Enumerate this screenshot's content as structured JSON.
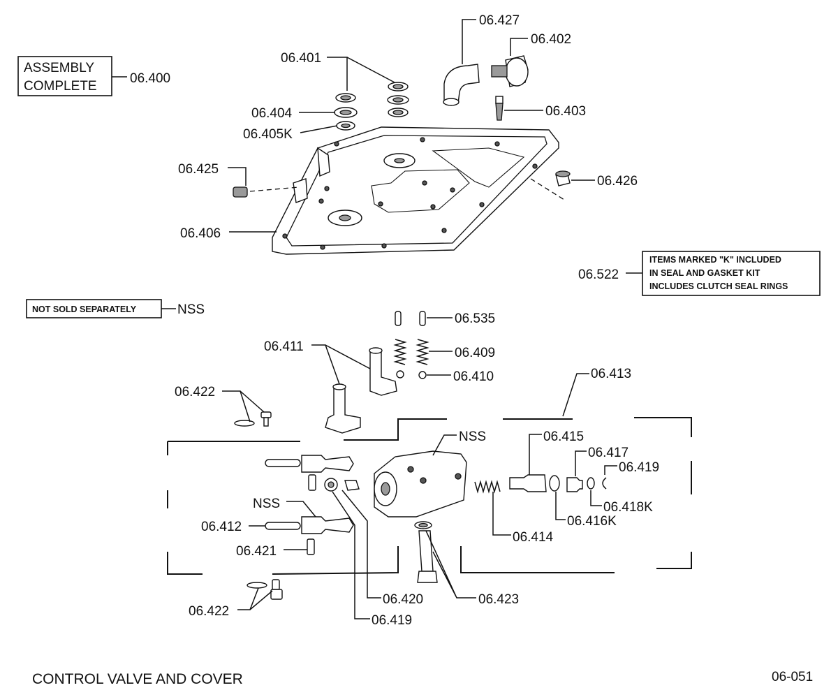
{
  "boxes": {
    "assembly_line1": "ASSEMBLY",
    "assembly_line2": "COMPLETE",
    "nss_box": "NOT SOLD SEPARATELY",
    "kit_line1": "ITEMS MARKED \"K\" INCLUDED",
    "kit_line2": "IN SEAL AND GASKET KIT",
    "kit_line3": "INCLUDES CLUTCH SEAL RINGS"
  },
  "labels": {
    "p06_400": "06.400",
    "p06_401": "06.401",
    "p06_404": "06.404",
    "p06_405k": "06.405K",
    "p06_427": "06.427",
    "p06_402": "06.402",
    "p06_403": "06.403",
    "p06_425": "06.425",
    "p06_426": "06.426",
    "p06_406": "06.406",
    "p06_522": "06.522",
    "nss_top": "NSS",
    "p06_535": "06.535",
    "p06_411": "06.411",
    "p06_409": "06.409",
    "p06_410": "06.410",
    "p06_413": "06.413",
    "p06_422a": "06.422",
    "nss_body": "NSS",
    "p06_415": "06.415",
    "p06_417": "06.417",
    "p06_419a": "06.419",
    "p06_418k": "06.418K",
    "p06_416k": "06.416K",
    "p06_414": "06.414",
    "nss_left": "NSS",
    "p06_412": "06.412",
    "p06_421": "06.421",
    "p06_420": "06.420",
    "p06_423": "06.423",
    "p06_419b": "06.419",
    "p06_422b": "06.422"
  },
  "footer": {
    "title": "CONTROL  VALVE  AND  COVER",
    "code": "06-051"
  }
}
